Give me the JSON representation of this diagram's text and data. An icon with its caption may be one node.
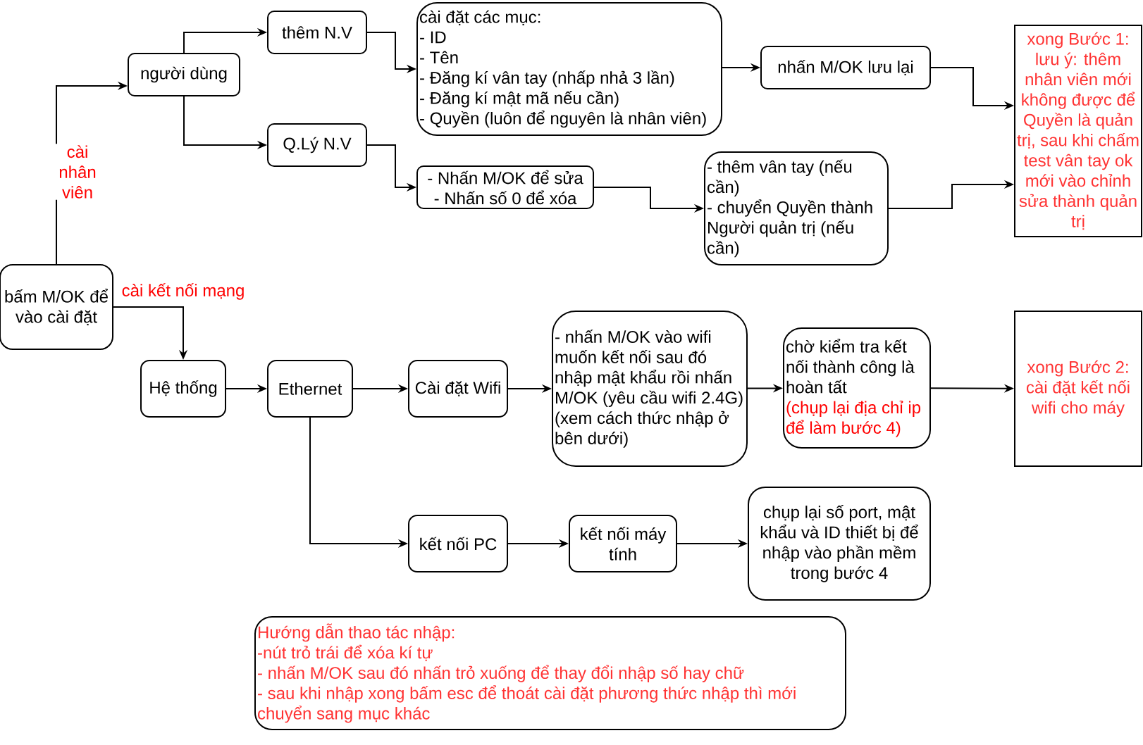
{
  "diagram": {
    "nodes": [
      {
        "text": [
          "bấm M/OK để vào cài đặt"
        ]
      },
      {
        "text": [
          "người dùng"
        ]
      },
      {
        "text": [
          "thêm N.V"
        ]
      },
      {
        "text": [
          "Q.Lý N.V"
        ]
      },
      {
        "text": [
          "cài đặt các mục:",
          "- ID",
          "- Tên",
          "- Đăng kí vân tay (nhấp nhả 3 lần)",
          "- Đăng kí mật mã nếu cần)",
          "- Quyền (luôn để nguyên là nhân viên)"
        ]
      },
      {
        "text": [
          "- Nhấn M/OK để sửa",
          "- Nhấn số 0 để xóa"
        ]
      },
      {
        "text": [
          "- thêm vân tay (nếu cần)",
          "- chuyển Quyền thành Người quản trị (nếu cần)"
        ]
      },
      {
        "text": [
          "nhấn M/OK lưu lại"
        ]
      },
      {
        "text": [
          "xong Bước 1: lưu ý: thêm nhân viên mới không được để Quyền là quản trị, sau khi chấm test vân tay ok mới vào chỉnh sửa thành quản trị"
        ]
      },
      {
        "text": [
          "Hệ thống"
        ]
      },
      {
        "text": [
          "Ethernet"
        ]
      },
      {
        "text": [
          "Cài đặt Wifi"
        ]
      },
      {
        "text": [
          "- nhấn M/OK vào wifi muốn kết nối sau đó nhập mật khẩu rồi nhấn M/OK (yêu cầu wifi 2.4G) (xem cách thức nhập ở bên dưới)"
        ]
      },
      {
        "text": [
          "chờ kiểm tra kết nối thành công là hoàn tất",
          "(chụp lại địa chỉ ip để làm bước 4)"
        ]
      },
      {
        "text": [
          "xong Bước 2: cài đặt kết nối wifi cho máy"
        ]
      },
      {
        "text": [
          "kết nối PC"
        ]
      },
      {
        "text": [
          "kết nối máy tính"
        ]
      },
      {
        "text": [
          "chụp lại số port, mật khẩu và ID thiết bị để nhập vào phần mềm trong bước 4"
        ]
      },
      {
        "text": [
          "Hướng dẫn thao tác nhập:",
          "-nút trỏ trái để xóa kí tự",
          "- nhấn M/OK sau đó nhấn trỏ xuống để thay đổi nhập số hay chữ",
          "- sau khi nhập xong bấm esc để thoát cài đặt phương thức nhập thì mới chuyển sang mục khác"
        ]
      }
    ],
    "edges": [
      {
        "from": 0,
        "to": 1,
        "arrow": "to",
        "label": "cài nhân viên"
      },
      {
        "from": 1,
        "to": 2,
        "arrow": "to"
      },
      {
        "from": 1,
        "to": 3,
        "arrow": "to"
      },
      {
        "from": 2,
        "to": 4,
        "arrow": "to"
      },
      {
        "from": 3,
        "to": 5,
        "arrow": "to"
      },
      {
        "from": 4,
        "to": 7,
        "arrow": "to"
      },
      {
        "from": 5,
        "to": 6,
        "arrow": "to"
      },
      {
        "from": 7,
        "to": 8,
        "arrow": "to"
      },
      {
        "from": 6,
        "to": 8,
        "arrow": "to"
      },
      {
        "from": 0,
        "to": 9,
        "arrow": "to",
        "label": "cài kết nối mạng"
      },
      {
        "from": 9,
        "to": 10,
        "arrow": "to"
      },
      {
        "from": 10,
        "to": 11,
        "arrow": "to"
      },
      {
        "from": 11,
        "to": 12,
        "arrow": "to"
      },
      {
        "from": 12,
        "to": 13,
        "arrow": "to"
      },
      {
        "from": 13,
        "to": 14,
        "arrow": "to"
      },
      {
        "from": 10,
        "to": 15,
        "arrow": "to"
      },
      {
        "from": 15,
        "to": 16,
        "arrow": "to"
      },
      {
        "from": 16,
        "to": 17,
        "arrow": "to"
      }
    ]
  }
}
